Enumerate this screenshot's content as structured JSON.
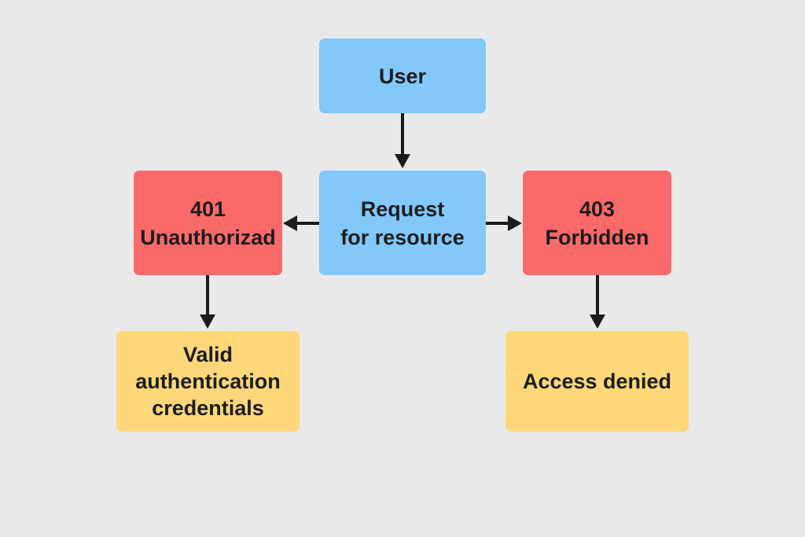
{
  "diagram": {
    "user": {
      "label": "User"
    },
    "request": {
      "lines": [
        "Request",
        "for resource"
      ]
    },
    "unauthorized": {
      "lines": [
        "401",
        "Unauthorizad"
      ]
    },
    "forbidden": {
      "lines": [
        "403",
        "Forbidden"
      ]
    },
    "valid_credentials": {
      "lines": [
        "Valid",
        "authentication",
        "credentials"
      ]
    },
    "access_denied": {
      "label": "Access denied"
    }
  },
  "colors": {
    "background": "#e9e9e9",
    "blue_box": "#82c8fa",
    "red_box": "#fa6a6a",
    "yellow_box": "#fdd77a",
    "arrow": "#1c1c1c"
  }
}
